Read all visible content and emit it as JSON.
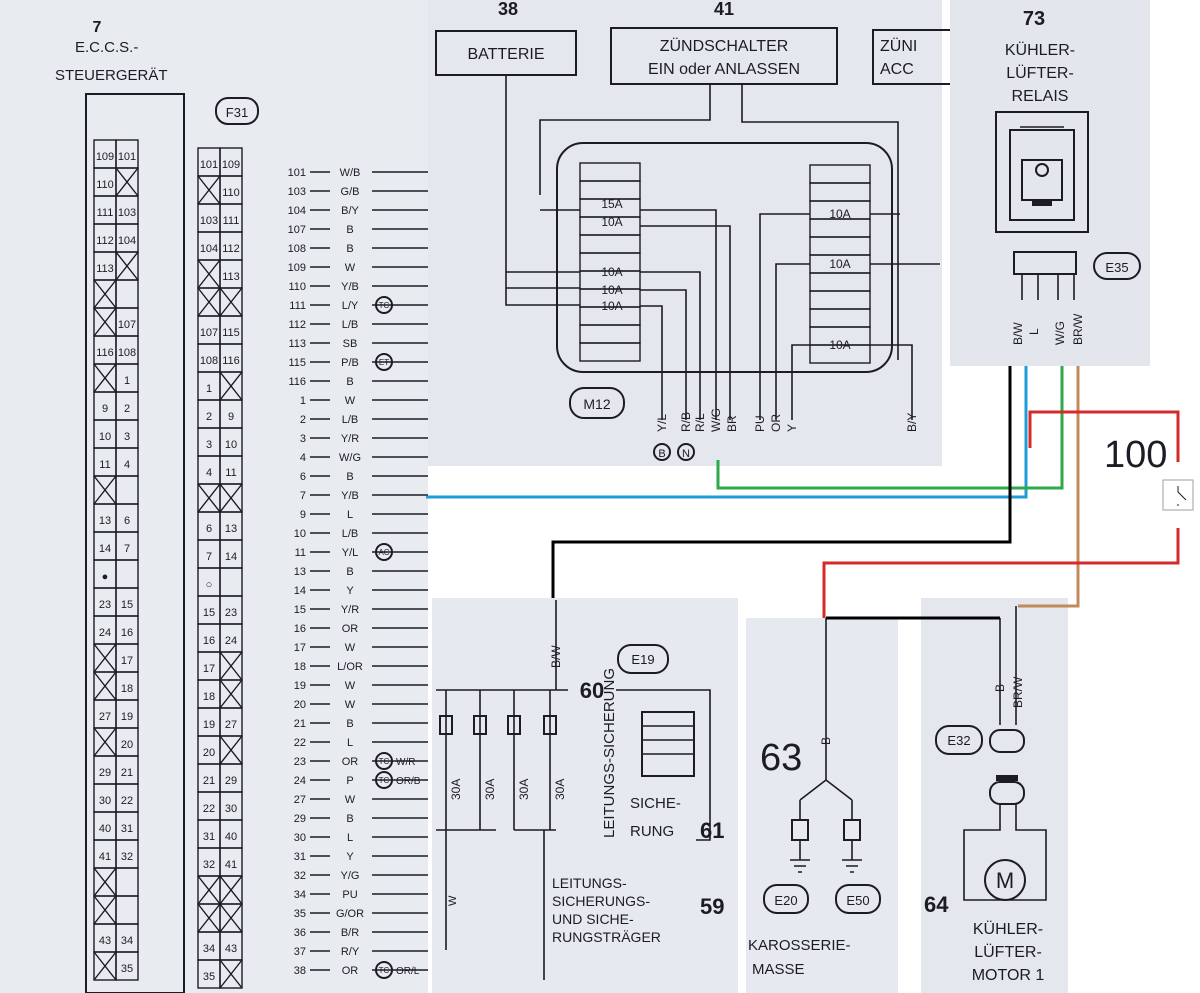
{
  "ecu": {
    "number": "7",
    "title_line1": "E.C.C.S.-",
    "title_line2": "STEUERGERÄT",
    "connector": "F31",
    "pins_left": [
      [
        "109",
        "101"
      ],
      [
        "110",
        "X"
      ],
      [
        "111",
        "103"
      ],
      [
        "112",
        "104"
      ],
      [
        "113",
        "X"
      ],
      [
        "X",
        ""
      ],
      [
        "X",
        "107"
      ],
      [
        "116",
        "108"
      ],
      [
        "X",
        "1"
      ],
      [
        "9",
        "2"
      ],
      [
        "10",
        "3"
      ],
      [
        "11",
        "4"
      ],
      [
        "X",
        ""
      ],
      [
        "13",
        "6"
      ],
      [
        "14",
        "7"
      ],
      [
        "●",
        ""
      ],
      [
        "23",
        "15"
      ],
      [
        "24",
        "16"
      ],
      [
        "X",
        "17"
      ],
      [
        "X",
        "18"
      ],
      [
        "27",
        "19"
      ],
      [
        "X",
        "20"
      ],
      [
        "29",
        "21"
      ],
      [
        "30",
        "22"
      ],
      [
        "40",
        "31"
      ],
      [
        "41",
        "32"
      ],
      [
        "X",
        ""
      ],
      [
        "X",
        ""
      ],
      [
        "43",
        "34"
      ],
      [
        "X",
        "35"
      ]
    ],
    "pins_right": [
      [
        "101",
        "109"
      ],
      [
        "X",
        "110"
      ],
      [
        "103",
        "111"
      ],
      [
        "104",
        "112"
      ],
      [
        "X",
        "113"
      ],
      [
        "X",
        "X"
      ],
      [
        "107",
        "115"
      ],
      [
        "108",
        "116"
      ],
      [
        "1",
        "X"
      ],
      [
        "2",
        "9"
      ],
      [
        "3",
        "10"
      ],
      [
        "4",
        "11"
      ],
      [
        "X",
        "X"
      ],
      [
        "6",
        "13"
      ],
      [
        "7",
        "14"
      ],
      [
        "○",
        ""
      ],
      [
        "15",
        "23"
      ],
      [
        "16",
        "24"
      ],
      [
        "17",
        "X"
      ],
      [
        "18",
        "X"
      ],
      [
        "19",
        "27"
      ],
      [
        "20",
        "X"
      ],
      [
        "21",
        "29"
      ],
      [
        "22",
        "30"
      ],
      [
        "31",
        "40"
      ],
      [
        "32",
        "41"
      ],
      [
        "X",
        "X"
      ],
      [
        "X",
        "X"
      ],
      [
        "34",
        "43"
      ],
      [
        "35",
        "X"
      ]
    ],
    "wires": [
      {
        "pin": "101",
        "color": "W/B"
      },
      {
        "pin": "103",
        "color": "G/B"
      },
      {
        "pin": "104",
        "color": "B/Y"
      },
      {
        "pin": "107",
        "color": "B"
      },
      {
        "pin": "108",
        "color": "B"
      },
      {
        "pin": "109",
        "color": "W"
      },
      {
        "pin": "110",
        "color": "Y/B"
      },
      {
        "pin": "111",
        "color": "L/Y",
        "tag": "TC"
      },
      {
        "pin": "112",
        "color": "L/B"
      },
      {
        "pin": "113",
        "color": "SB"
      },
      {
        "pin": "115",
        "color": "P/B",
        "tag": "ET"
      },
      {
        "pin": "116",
        "color": "B"
      },
      {
        "pin": "1",
        "color": "W"
      },
      {
        "pin": "2",
        "color": "L/B"
      },
      {
        "pin": "3",
        "color": "Y/R"
      },
      {
        "pin": "4",
        "color": "W/G"
      },
      {
        "pin": "6",
        "color": "B"
      },
      {
        "pin": "7",
        "color": "Y/B"
      },
      {
        "pin": "9",
        "color": "L"
      },
      {
        "pin": "10",
        "color": "L/B"
      },
      {
        "pin": "11",
        "color": "Y/L",
        "tag": "AC"
      },
      {
        "pin": "13",
        "color": "B"
      },
      {
        "pin": "14",
        "color": "Y"
      },
      {
        "pin": "15",
        "color": "Y/R"
      },
      {
        "pin": "16",
        "color": "OR"
      },
      {
        "pin": "17",
        "color": "W"
      },
      {
        "pin": "18",
        "color": "L/OR"
      },
      {
        "pin": "19",
        "color": "W"
      },
      {
        "pin": "20",
        "color": "W"
      },
      {
        "pin": "21",
        "color": "B"
      },
      {
        "pin": "22",
        "color": "L"
      },
      {
        "pin": "23",
        "color": "OR",
        "tag": "TC",
        "extra": "W/R"
      },
      {
        "pin": "24",
        "color": "P",
        "tag": "TC",
        "extra": "OR/B"
      },
      {
        "pin": "27",
        "color": "W"
      },
      {
        "pin": "29",
        "color": "B"
      },
      {
        "pin": "30",
        "color": "L"
      },
      {
        "pin": "31",
        "color": "Y"
      },
      {
        "pin": "32",
        "color": "Y/G"
      },
      {
        "pin": "34",
        "color": "PU"
      },
      {
        "pin": "35",
        "color": "G/OR"
      },
      {
        "pin": "36",
        "color": "B/R"
      },
      {
        "pin": "37",
        "color": "R/Y"
      },
      {
        "pin": "38",
        "color": "OR",
        "tag": "TC",
        "extra": "OR/L"
      }
    ]
  },
  "fuse_panel": {
    "battery_num": "38",
    "battery": "BATTERIE",
    "ignition_num": "41",
    "ignition_line1": "ZÜNDSCHALTER",
    "ignition_line2": "EIN oder ANLASSEN",
    "acc_line1": "ZÜNI",
    "acc_line2": "ACC",
    "connector": "M12",
    "fuses_left": [
      "15A",
      "10A",
      "10A",
      "10A",
      "10A"
    ],
    "fuses_right": [
      "10A",
      "10A",
      "10A"
    ],
    "outputs": [
      "Y/L",
      "R/B",
      "R/L",
      "W/G",
      "BR",
      "PU",
      "OR",
      "Y",
      "B/Y"
    ],
    "markers": [
      "B",
      "N"
    ]
  },
  "relay": {
    "number": "73",
    "line1": "KÜHLER-",
    "line2": "LÜFTER-",
    "line3": "RELAIS",
    "connector": "E35",
    "pins": [
      "B/W",
      "L",
      "W/G",
      "BR/W"
    ]
  },
  "fusible": {
    "connector": "E19",
    "n60": "60",
    "n61": "61",
    "n59": "59",
    "vertical_label": "LEITUNGS-SICHERUNG",
    "fuses": [
      "30A",
      "30A",
      "30A",
      "30A"
    ],
    "wire_top": "B/W",
    "sicherung_1": "SICHE-",
    "sicherung_2": "RUNG",
    "carrier_1": "LEITUNGS-",
    "carrier_2": "SICHERUNGS-",
    "carrier_3": "UND SICHE-",
    "carrier_4": "RUNGSTRÄGER",
    "wire_w": "W"
  },
  "ground": {
    "number": "63",
    "wire": "B",
    "connectors": [
      "E20",
      "E50"
    ],
    "label1": "KAROSSERIE-",
    "label2": "MASSE"
  },
  "motor": {
    "number": "64",
    "connector": "E32",
    "wires": [
      "B",
      "BR/W"
    ],
    "symbol": "M",
    "line1": "KÜHLER-",
    "line2": "LÜFTER-",
    "line3": "MOTOR 1"
  },
  "switch_label": "100",
  "colors": {
    "black": "#000000",
    "blue": "#1f9bd7",
    "green": "#2eaa4a",
    "red": "#d42a2a",
    "brown": "#c08a5a",
    "paper": "#e6e9ef",
    "ink": "#1c1c24"
  }
}
